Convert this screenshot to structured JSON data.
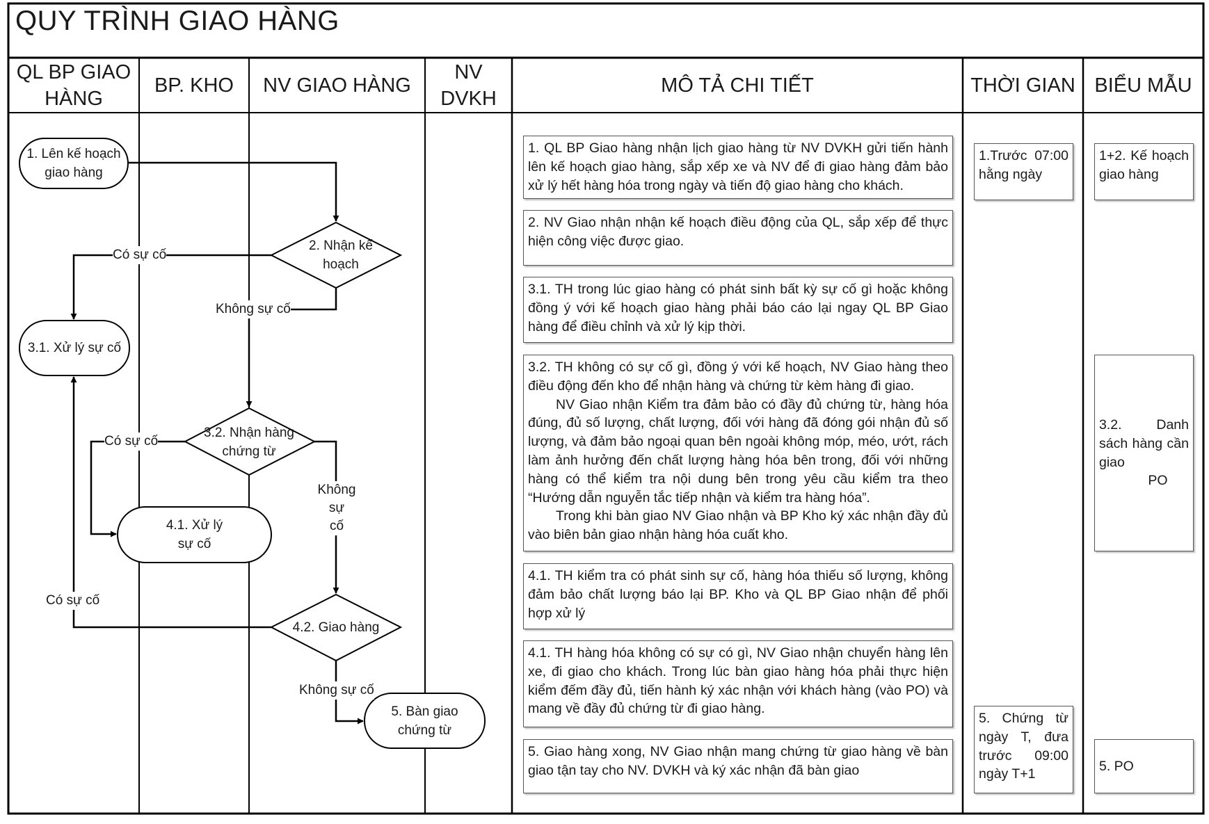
{
  "title": "QUY TRÌNH GIAO HÀNG",
  "lanes": {
    "ql_bp": [
      "QL BP GIAO",
      "HÀNG"
    ],
    "bp_kho": "BP. KHO",
    "nv_giao": "NV GIAO HÀNG",
    "nv_dvkh": [
      "NV",
      "DVKH"
    ],
    "mo_ta": "MÔ TẢ CHI TIẾT",
    "thoi_gian": "THỜI GIAN",
    "bieu_mau": "BIỂU MẪU"
  },
  "nodes": {
    "n1": [
      "1. Lên kế hoạch",
      "giao hàng"
    ],
    "n2": [
      "2. Nhận kế",
      "hoạch"
    ],
    "n31": "3.1. Xử lý sự cố",
    "n32": [
      "3.2. Nhận hàng",
      "chứng từ"
    ],
    "n41": [
      "4.1. Xử lý",
      "sự cố"
    ],
    "n42": "4.2. Giao hàng",
    "n5": [
      "5. Bàn giao",
      "chứng từ"
    ]
  },
  "edge_labels": {
    "co_su_co_1": "Có sự cố",
    "khong_su_co_1": "Không sự cố",
    "co_su_co_2": "Có sự cố",
    "khong_su_co_2": [
      "Không",
      "sự",
      "cố"
    ],
    "co_su_co_3": "Có sự cố",
    "khong_su_co_3": "Không sự cố"
  },
  "descriptions": [
    [
      "1. QL BP Giao hàng nhận lịch giao hàng từ NV DVKH gửi tiến hành lên kế hoạch giao hàng, sắp xếp xe và NV để đi giao hàng đảm bảo xử lý hết hàng hóa trong ngày và tiến độ giao hàng cho khách."
    ],
    [
      "2. NV Giao nhận nhận kế hoạch điều động của QL, sắp xếp để thực hiện công việc được giao."
    ],
    [
      "3.1. TH trong lúc giao hàng có phát sinh bất kỳ sự cố gì hoặc không đồng ý với kế hoạch giao hàng phải báo cáo lại ngay QL BP Giao hàng để điều chỉnh và xử lý kịp thời."
    ],
    [
      "3.2. TH không có sự cố gì, đồng ý với kế hoạch, NV Giao hàng theo điều động đến kho để nhận hàng và chứng từ kèm hàng đi giao.",
      "NV Giao nhận Kiểm tra đảm bảo có đầy đủ chứng từ, hàng hóa đúng, đủ số lượng, chất lượng, đối với hàng đã đóng gói nhận đủ số lượng, và đảm bảo ngoại quan bên ngoài không móp, méo, ướt, rách làm ảnh hưởng đến chất lượng hàng hóa bên trong, đối với những hàng có thể kiểm tra nội dung bên trong yêu cầu kiểm tra theo “Hướng dẫn nguyễn tắc tiếp nhận và kiểm tra hàng hóa”.",
      "Trong khi bàn giao NV Giao nhận và BP Kho ký xác nhận đầy đủ vào biên bản giao nhận hàng hóa cuất kho."
    ],
    [
      "4.1. TH kiểm tra có phát sinh sự cố, hàng hóa thiếu số lượng, không đảm bảo chất lượng báo lại BP. Kho và QL BP Giao nhận để phối hợp xử lý"
    ],
    [
      "4.1. TH hàng hóa không có sự có gì, NV Giao nhận chuyển hàng lên xe, đi giao cho khách. Trong lúc bàn giao hàng hóa phải thực hiện kiểm đếm đầy đủ, tiến hành ký xác nhận với khách hàng (vào PO) và mang về đầy đủ chứng từ đi giao hàng."
    ],
    [
      "5. Giao hàng xong, NV Giao nhận mang chứng từ giao hàng về bàn giao tận tay cho NV. DVKH và ký xác nhận đã bàn giao"
    ]
  ],
  "times": {
    "t1": "1.Trước 07:00 hằng ngày",
    "t5": "5. Chứng từ ngày T, đưa trước 09:00 ngày T+1"
  },
  "forms": {
    "f1": "1+2. Kế hoạch giao hàng",
    "f32": "3.2. Danh sách hàng cần giao",
    "f32_po": "PO",
    "f5": "5. PO"
  }
}
